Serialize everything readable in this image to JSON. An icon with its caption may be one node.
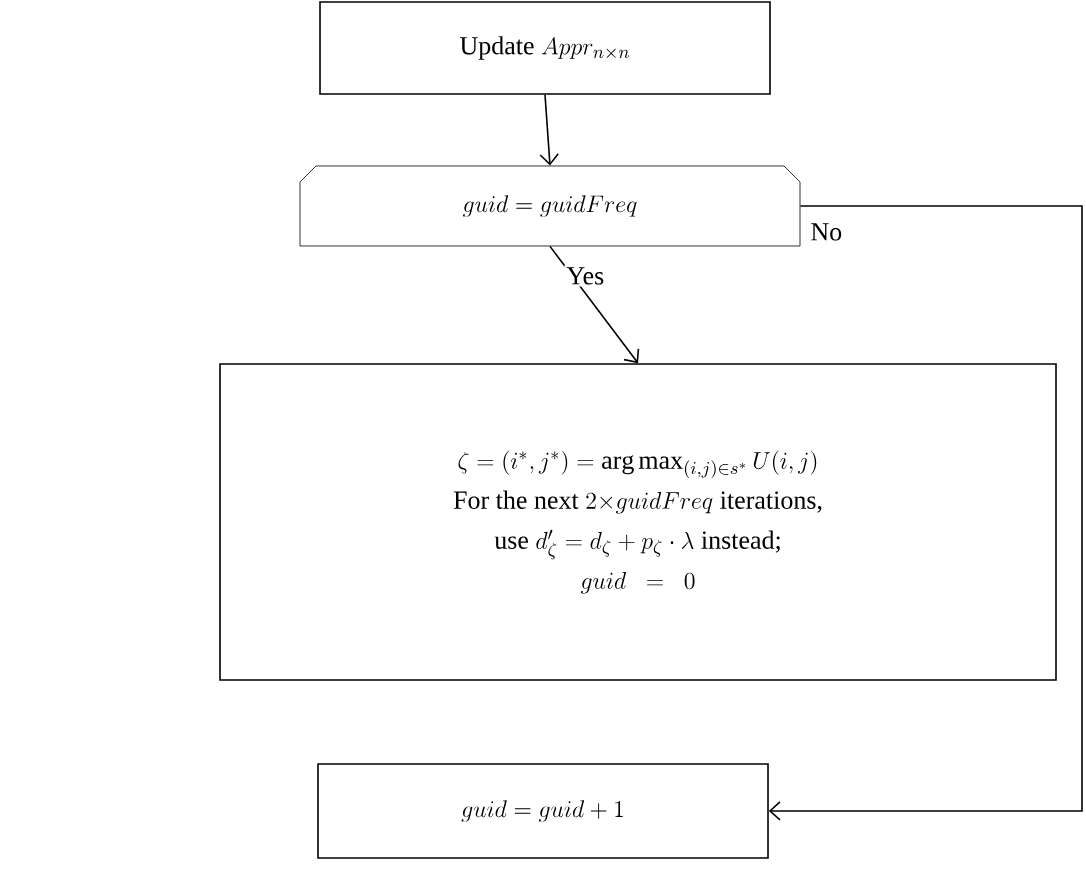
{
  "diagram": {
    "nodes": [
      {
        "text": [
          "\\textrm{Update }Appr_{n\\times n}"
        ]
      },
      {
        "text": [
          "guid = guidFreq"
        ]
      },
      {
        "text": [
          "\\zeta = (i^{*}, j^{*}) = \\arg\\max\\nolimits_{(i,j)\\in s^{*}} U(i, j)",
          "\\textrm{For the next }2{\\times} guidFreq\\textrm{ iterations,}",
          "\\textrm{use }d'_{\\zeta} = d_{\\zeta} + p_{\\zeta}\\cdot\\lambda\\textrm{ instead;}",
          "guid\\ \\ =\\ \\ 0"
        ]
      },
      {
        "text": [
          "guid = guid + 1"
        ]
      }
    ],
    "edges": [
      {
        "from": 0,
        "to": 1,
        "arrow": "to"
      },
      {
        "from": 1,
        "to": 2,
        "arrow": "to",
        "label": "Yes"
      },
      {
        "from": 1,
        "to": 3,
        "arrow": "to",
        "label": "No"
      }
    ]
  }
}
